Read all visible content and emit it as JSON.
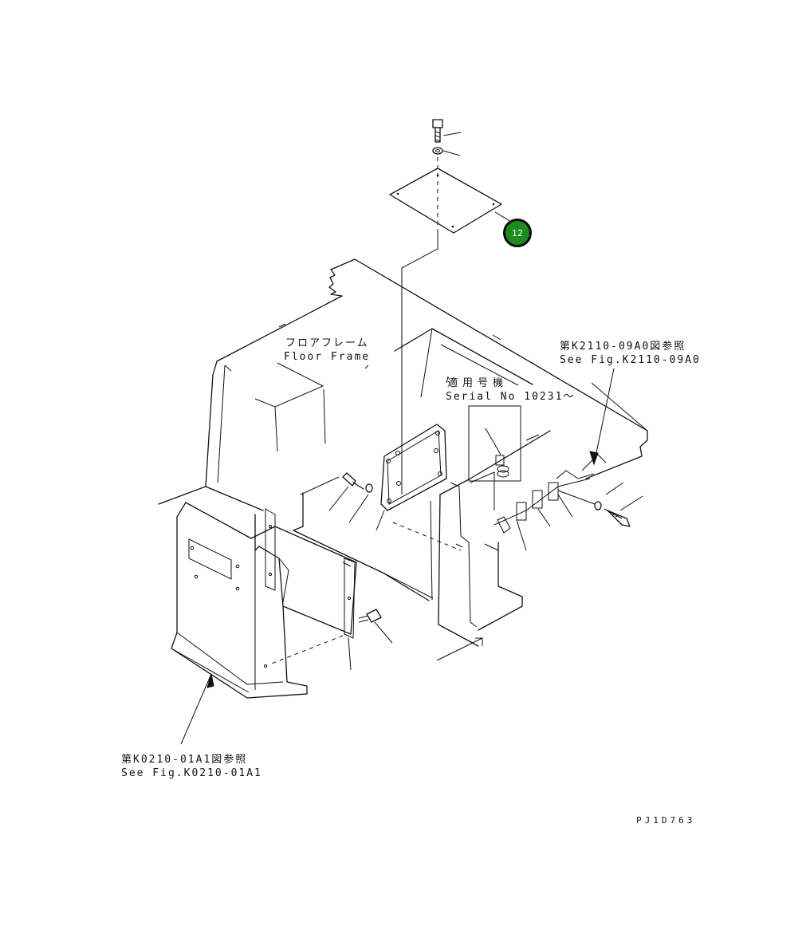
{
  "labels": {
    "floor_frame_jp": "フロアフレーム",
    "floor_frame_en": "Floor Frame",
    "serial_jp": "適用号機",
    "serial_en": "Serial No 10231～",
    "ref_top_jp": "第K2110-09A0図参照",
    "ref_top_en": "See Fig.K2110-09A0",
    "ref_bottom_jp": "第K0210-01A1図参照",
    "ref_bottom_en": "See Fig.K0210-01A1",
    "drawing_code": "PJ1D763"
  },
  "callouts": [
    {
      "number": "12",
      "color": "#1f8a1f"
    }
  ]
}
